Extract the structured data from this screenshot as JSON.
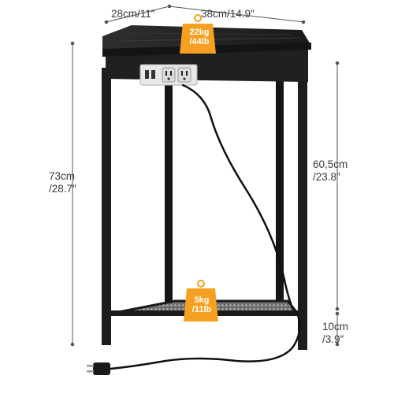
{
  "dimensions": {
    "depth": "28cm/11″",
    "width": "38cm/14.9″",
    "height_cm": "73cm",
    "height_in": "/28.7″",
    "clearance_cm": "60,5cm",
    "clearance_in": "/23.8″",
    "shelf_cm": "10cm",
    "shelf_in": "/3.9″"
  },
  "load_badges": {
    "top_kg": "22kg",
    "top_lb": "/44lb",
    "shelf_kg": "5kg",
    "shelf_lb": "/11lb"
  },
  "colors": {
    "frame": "#1c1c1c",
    "tabletop": "#262626",
    "badge": "#f5a020",
    "shelf_mesh": "#8a8a8a",
    "dimension_line": "#555555"
  },
  "icons": [
    "weight-badge-icon",
    "power-outlet-icon",
    "usb-port-icon",
    "power-plug-icon"
  ]
}
